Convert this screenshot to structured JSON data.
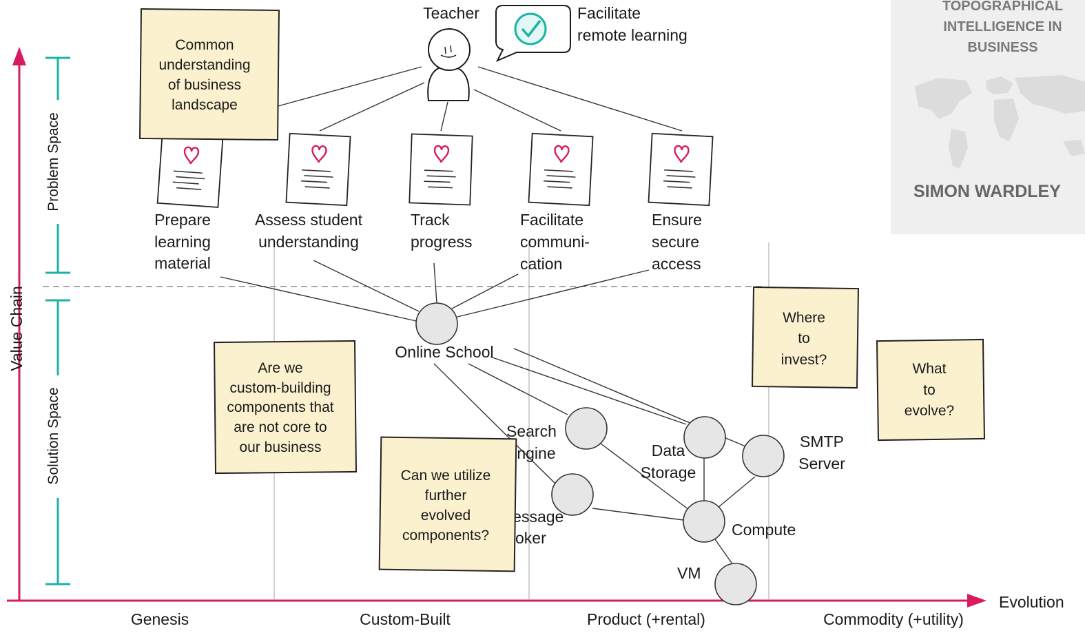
{
  "book": {
    "title_lines": [
      "TOPOGRAPHICAL",
      "INTELLIGENCE IN",
      "BUSINESS"
    ],
    "author": "SIMON WARDLEY"
  },
  "axes": {
    "y_label": "Value Chain",
    "x_label": "Evolution",
    "stages": [
      "Genesis",
      "Custom-Built",
      "Product (+rental)",
      "Commodity (+utility)"
    ],
    "problem_space": "Problem Space",
    "solution_space": "Solution Space"
  },
  "user": {
    "label": "Teacher",
    "need": [
      "Facilitate",
      "remote learning"
    ]
  },
  "needs": [
    {
      "lines": [
        "Prepare",
        "learning",
        "material"
      ]
    },
    {
      "lines": [
        "Assess student",
        "understanding"
      ]
    },
    {
      "lines": [
        "Track",
        "progress"
      ]
    },
    {
      "lines": [
        "Facilitate",
        "communi-",
        "cation"
      ]
    },
    {
      "lines": [
        "Ensure",
        "secure",
        "access"
      ]
    }
  ],
  "components": {
    "online_school": "Online School",
    "search_engine": [
      "Search",
      "Engine"
    ],
    "message_broker": [
      "Message",
      "Broker"
    ],
    "data_storage": [
      "Data",
      "Storage"
    ],
    "smtp_server": [
      "SMTP",
      "Server"
    ],
    "compute": "Compute",
    "vm": "VM"
  },
  "notes": {
    "common": [
      "Common",
      "understanding",
      "of business",
      "landscape"
    ],
    "custom": [
      "Are we",
      "custom-building",
      "components that",
      "are not core to",
      "our business"
    ],
    "evolved": [
      "Can we utilize",
      "further",
      "evolved",
      "components?"
    ],
    "invest": [
      "Where",
      "to",
      "invest?"
    ],
    "evolve": [
      "What",
      "to",
      "evolve?"
    ]
  },
  "colors": {
    "axis": "#d81b60",
    "bracket": "#19b3a6",
    "sticky": "#fbf1cf",
    "node": "#e6e6e6",
    "heart": "#d81b60",
    "check": "#19b3a6"
  }
}
